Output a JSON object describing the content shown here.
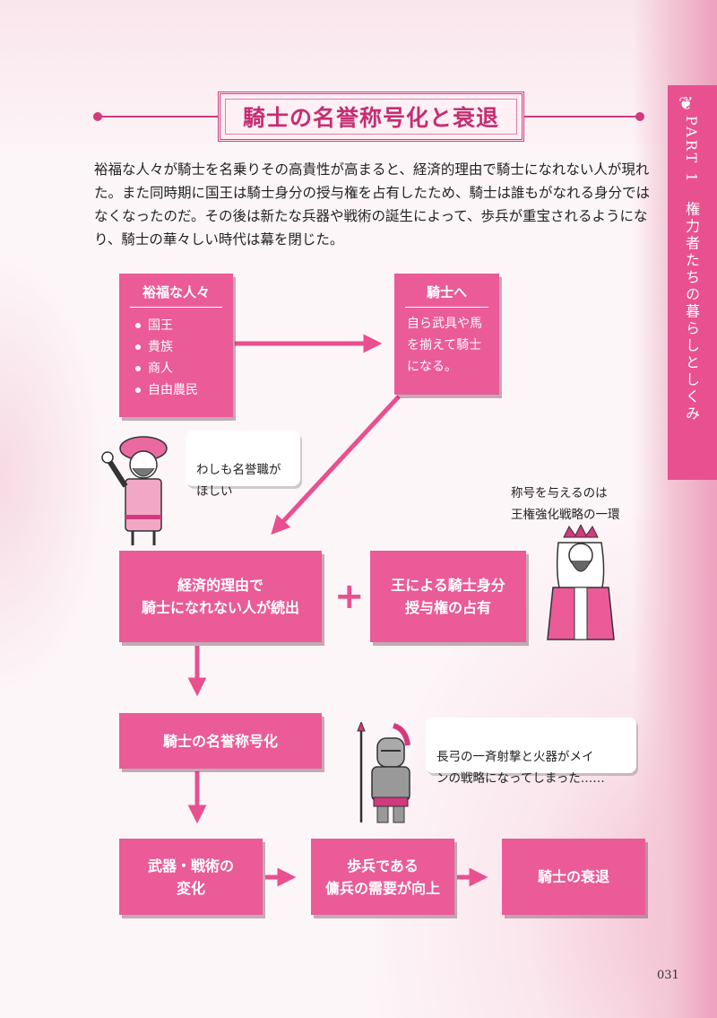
{
  "colors": {
    "accent": "#e9508f",
    "box": "#ea5b98",
    "title": "#c42e72"
  },
  "side_tab": {
    "icon": "leaf-ornament-icon",
    "label": "PART 1　権力者たちの暮らしとしくみ"
  },
  "title": "騎士の名誉称号化と衰退",
  "intro": "裕福な人々が騎士を名乗りその高貴性が高まると、経済的理由で騎士になれない人が現れた。また同時期に国王は騎士身分の授与権を占有したため、騎士は誰もがなれる身分ではなくなったのだ。その後は新たな兵器や戦術の誕生によって、歩兵が重宝されるようになり、騎士の華々しい時代は幕を閉じた。",
  "flow": {
    "wealthy": {
      "head": "裕福な人々",
      "items": [
        "国王",
        "貴族",
        "商人",
        "自由農民"
      ]
    },
    "to_knight": {
      "head": "騎士へ",
      "body": "自ら武具や馬\nを揃えて騎士\nになる。"
    },
    "economic": "経済的理由で\n騎士になれない人が続出",
    "king_right": "王による騎士身分\n授与権の占有",
    "plus": "+",
    "honorary": "騎士の名誉称号化",
    "weapons": "武器・戦術の\n変化",
    "infantry": "歩兵である\n傭兵の需要が向上",
    "decline": "騎士の衰退"
  },
  "bubbles": {
    "merchant": "わしも名誉職が\nほしい",
    "king": "称号を与えるのは\n王権強化戦略の一環",
    "knight": "長弓の一斉射撃と火器がメイ\nンの戦略になってしまった……"
  },
  "page_number": "031"
}
